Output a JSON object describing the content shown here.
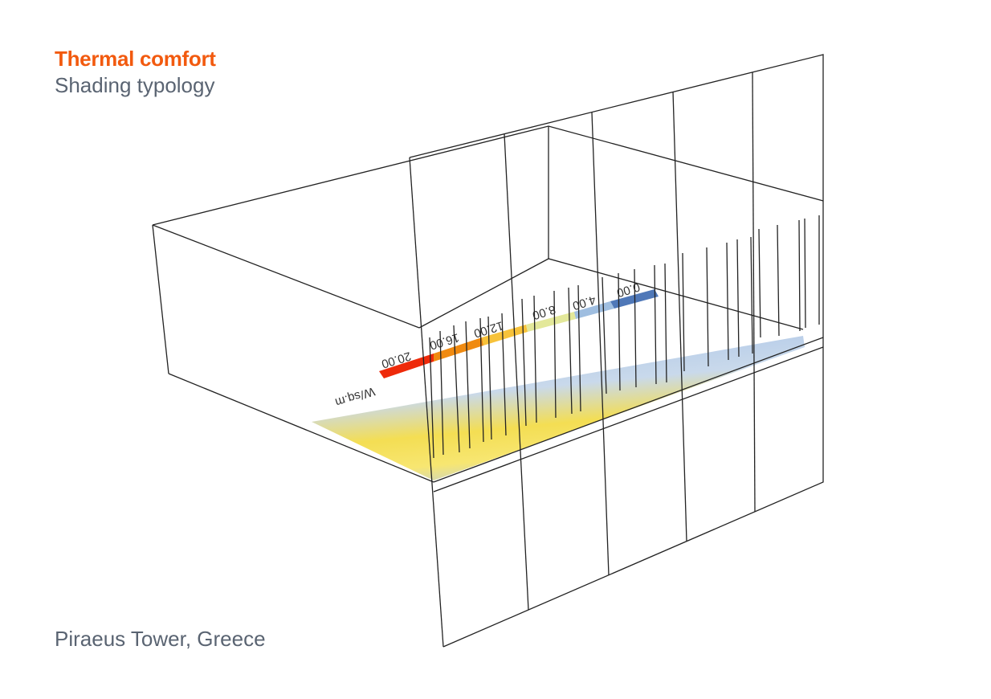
{
  "header": {
    "title": "Thermal comfort",
    "subtitle": "Shading typology"
  },
  "caption": "Piraeus Tower, Greece",
  "legend": {
    "unit": "W/sq.m",
    "ticks": [
      "20.00",
      "16.00",
      "12.00",
      "8.00",
      "4.00",
      "0.00"
    ],
    "colors": [
      "#ee2a0a",
      "#f08a10",
      "#f7c23a",
      "#e3e89a",
      "#9fbee0",
      "#4f78b8"
    ]
  },
  "colors": {
    "accent": "#f25a0f",
    "text": "#5a6472"
  }
}
